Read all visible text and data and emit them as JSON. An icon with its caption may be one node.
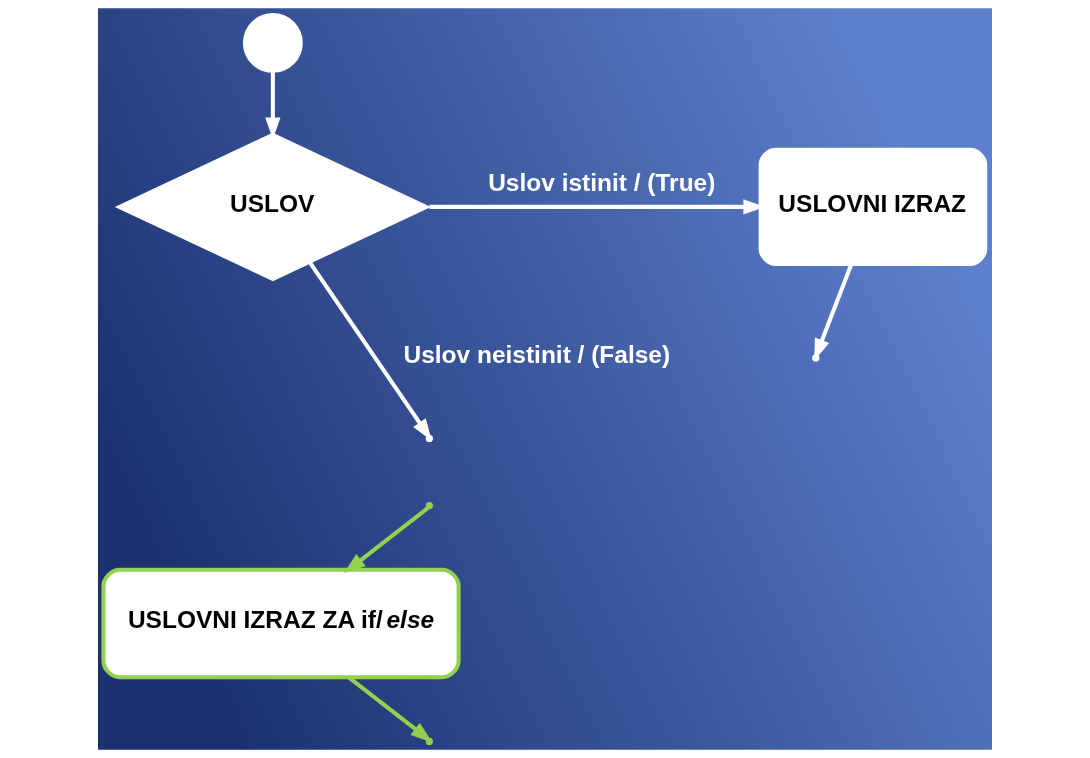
{
  "diagram": {
    "nodes": [
      {
        "text": [],
        "shape": "circle"
      },
      {
        "text": [
          "USLOV"
        ]
      },
      {
        "text": [
          "USLOVNI IZRAZ"
        ]
      },
      {
        "text": [
          "USLOVNI IZRAZ ZA if/*else*"
        ]
      }
    ],
    "edges": [
      {
        "from": 0,
        "to": 1,
        "arrow": "to"
      },
      {
        "from": 1,
        "to": 2,
        "arrow": "to",
        "label": "Uslov istinit / (True)"
      },
      {
        "from": 2,
        "to": null,
        "arrow": "to"
      },
      {
        "from": 1,
        "to": null,
        "arrow": "to",
        "label": "Uslov neistinit / (False)"
      },
      {
        "from": null,
        "to": 3,
        "arrow": "to",
        "color": "#92d050"
      },
      {
        "from": 3,
        "to": null,
        "arrow": "to",
        "color": "#92d050"
      }
    ]
  }
}
